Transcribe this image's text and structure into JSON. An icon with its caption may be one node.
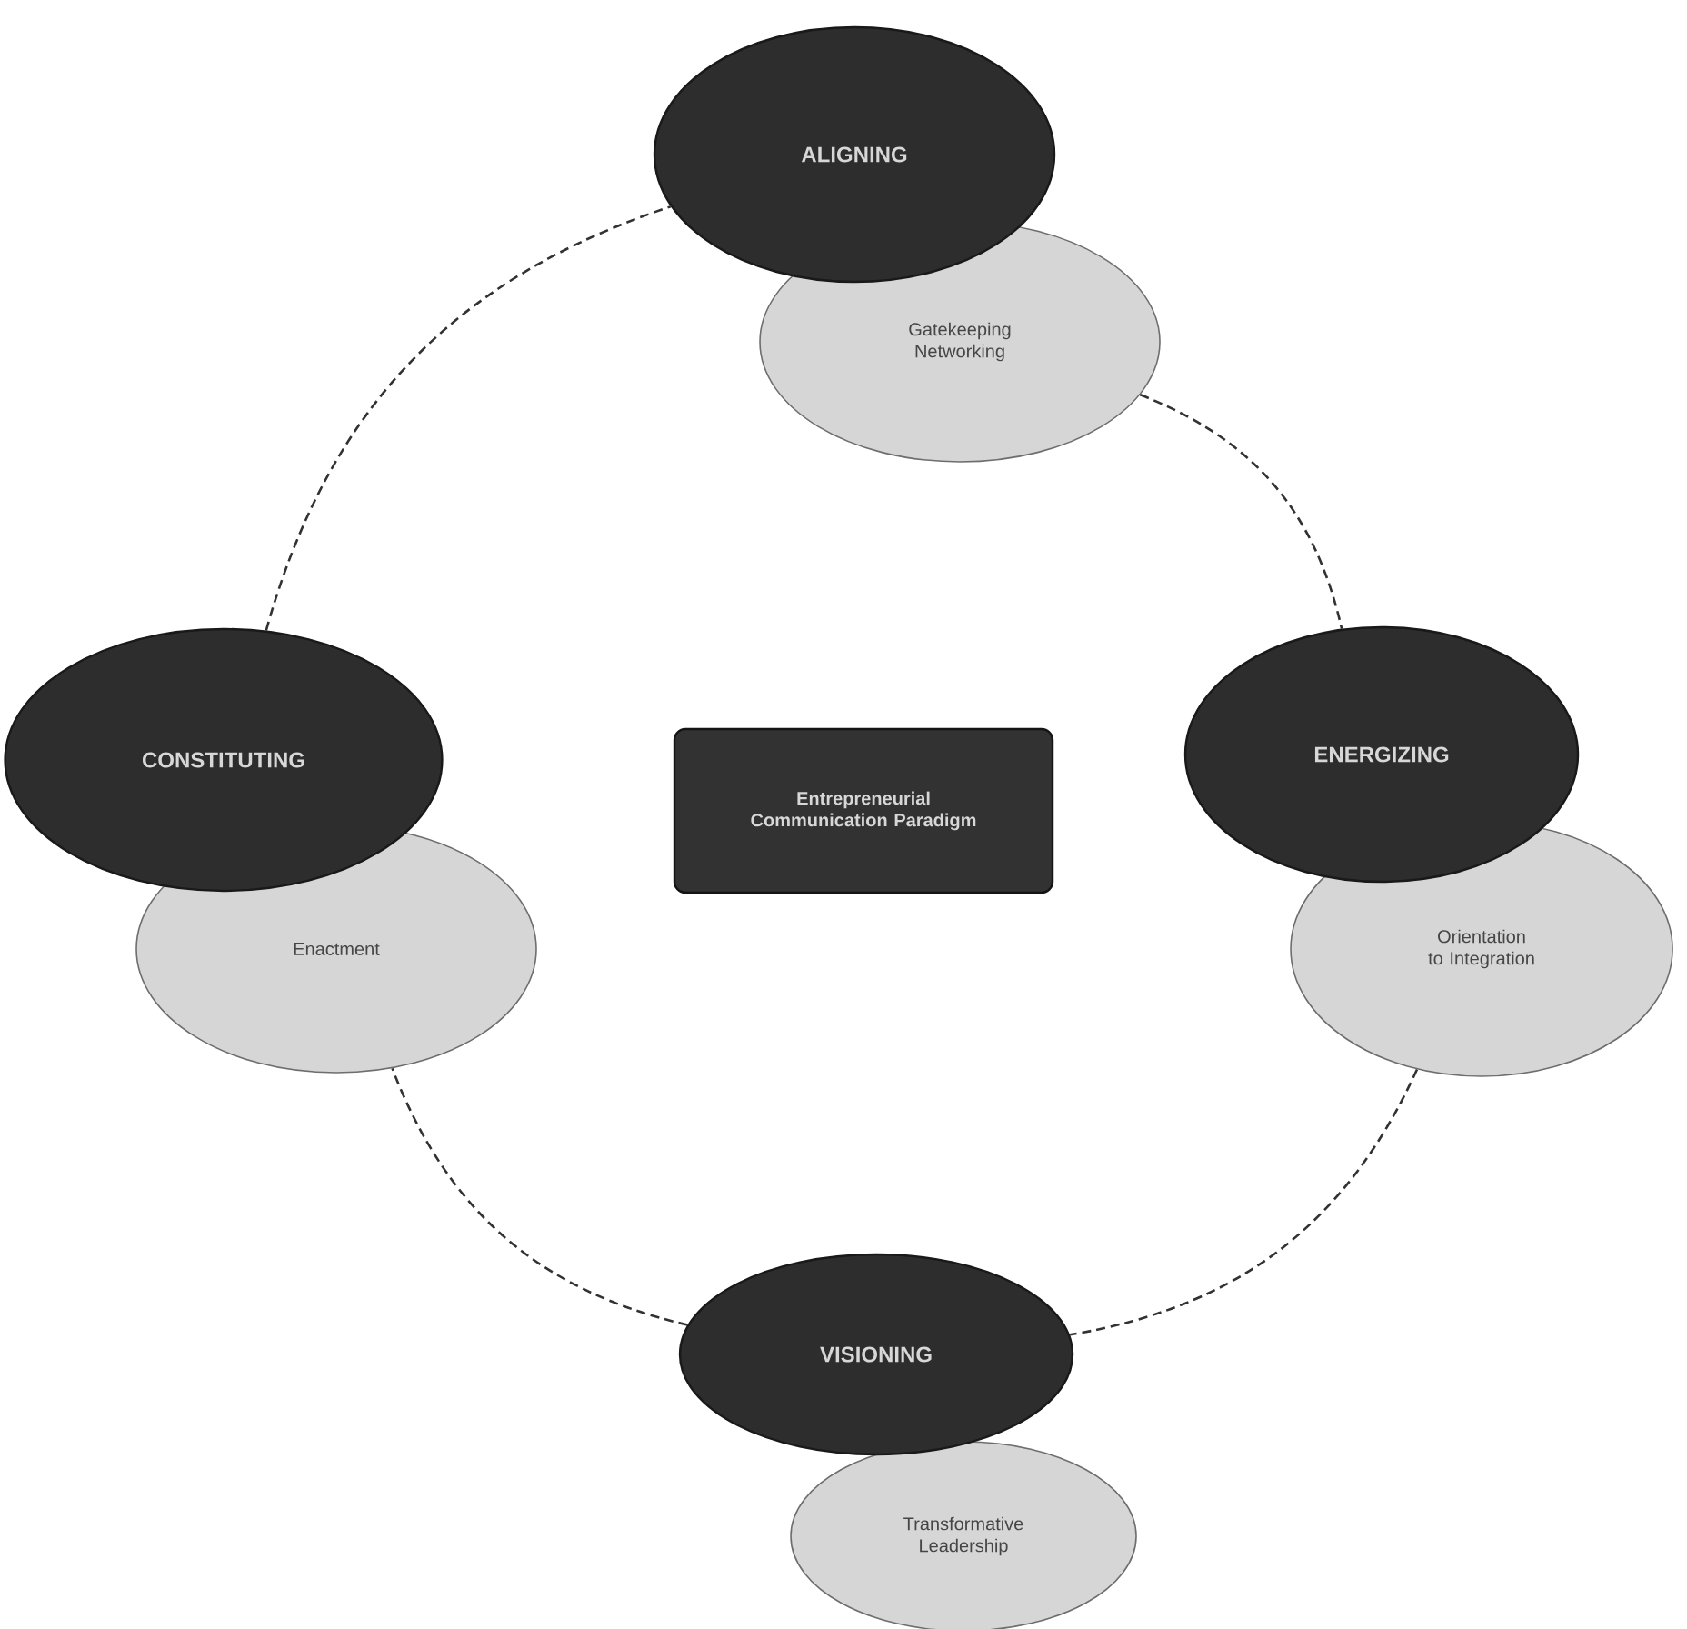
{
  "diagram": {
    "nodes": [
      {
        "text": [
          "ALIGNING"
        ]
      },
      {
        "text": [
          "Gatekeeping Networking"
        ]
      },
      {
        "text": [
          "CONSTITUTING"
        ]
      },
      {
        "text": [
          "Enactment"
        ]
      },
      {
        "text": [
          "Entrepreneurial Communication Paradigm"
        ]
      },
      {
        "text": [
          "ENERGIZING"
        ]
      },
      {
        "text": [
          "Orientation to Integration"
        ]
      },
      {
        "text": [
          "VISIONING"
        ]
      },
      {
        "text": [
          "Transformative Leadership"
        ]
      }
    ],
    "edges": [
      {
        "from": 2,
        "to": 0,
        "arrow": "none",
        "style": "dashed"
      },
      {
        "from": 1,
        "to": 5,
        "arrow": "none",
        "style": "dashed"
      },
      {
        "from": 6,
        "to": 7,
        "arrow": "none",
        "style": "dashed"
      },
      {
        "from": 7,
        "to": 3,
        "arrow": "none",
        "style": "dashed"
      }
    ]
  }
}
